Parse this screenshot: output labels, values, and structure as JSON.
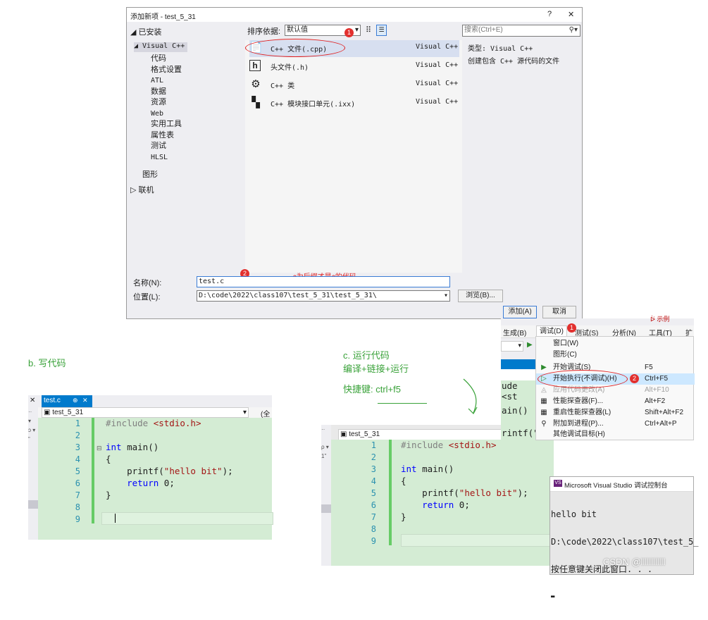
{
  "dialog": {
    "title": "添加新项 - test_5_31",
    "help": "?",
    "close": "✕",
    "installed": "◢ 已安装",
    "tree": {
      "root": "◢ Visual C++",
      "items": [
        "代码",
        "格式设置",
        "ATL",
        "数据",
        "资源",
        "Web",
        "实用工具",
        "属性表",
        "测试",
        "HLSL"
      ],
      "graphics": "图形",
      "online": "▷ 联机"
    },
    "sort_label": "排序依据:",
    "sort_value": "默认值",
    "search_placeholder": "搜索(Ctrl+E)",
    "templates": [
      {
        "icon": "📄",
        "name": "C++ 文件(.cpp)",
        "lang": "Visual C++"
      },
      {
        "icon": "h",
        "name": "头文件(.h)",
        "lang": "Visual C++"
      },
      {
        "icon": "⚙",
        "name": "C++ 类",
        "lang": "Visual C++"
      },
      {
        "icon": "▚",
        "name": "C++ 模块接口单元(.ixx)",
        "lang": "Visual C++"
      }
    ],
    "type_line": "类型: Visual C++",
    "description": "创建包含 C++ 源代码的文件",
    "name_label": "名称(N):",
    "name_value": "test.c",
    "location_label": "位置(L):",
    "location_value": "D:\\code\\2022\\class107\\test_5_31\\test_5_31\\",
    "browse": "浏览(B)...",
    "add": "添加(A)",
    "cancel": "取消",
    "annotation": ".c为后缀才是c的代码",
    "badge1": "1",
    "badge2": "2"
  },
  "section_b": {
    "label": "b. 写代码",
    "tab": "test.c",
    "tab_pin": "⊕",
    "tab_close": "✕",
    "left_close": "✕",
    "scope": "test_5_31",
    "scope_right": "(全",
    "left_marks": [
      "··",
      "▾",
      "ɔ ▾",
      "”"
    ]
  },
  "section_c": {
    "label": "c. 运行代码",
    "line2": "编译+链接+运行",
    "line3": "快捷键: ctrl+f5",
    "scope": "test_5_31",
    "left_marks": [
      "··",
      "ρ ▾",
      "1”"
    ],
    "peek1": "ude <st",
    "peek2": "ain()",
    "peek3": "rintf(\""
  },
  "code": {
    "line_numbers": [
      "1",
      "2",
      "3",
      "4",
      "5",
      "6",
      "7",
      "8",
      "9"
    ],
    "lines": [
      {
        "a": "#include ",
        "b": "<stdio.h>"
      },
      {
        "a": ""
      },
      {
        "a": "int",
        "b": " main()"
      },
      {
        "a": "{"
      },
      {
        "a": "    printf(",
        "b": "\"hello bit\"",
        "c": ");"
      },
      {
        "a": "    return",
        "b": " 0;"
      },
      {
        "a": "}"
      },
      {
        "a": ""
      },
      {
        "a": ""
      }
    ]
  },
  "vs_menu": {
    "top_items": [
      "生成(B)",
      "调试(D)",
      "测试(S)",
      "分析(N)",
      "工具(T)",
      "扩"
    ],
    "badge1": "1",
    "badge2": "2",
    "items": [
      {
        "icon": "",
        "label": "窗口(W)",
        "key": ""
      },
      {
        "icon": "",
        "label": "图形(C)",
        "key": ""
      },
      {
        "icon": "▶",
        "label": "开始调试(S)",
        "key": "F5"
      },
      {
        "icon": "▷",
        "label": "开始执行(不调试)(H)",
        "key": "Ctrl+F5"
      },
      {
        "icon": "◬",
        "label": "应用代码更改(A)",
        "key": "Alt+F10"
      },
      {
        "icon": "▦",
        "label": "性能探查器(F)...",
        "key": "Alt+F2"
      },
      {
        "icon": "▦",
        "label": "重启性能探查器(L)",
        "key": "Shift+Alt+F2"
      },
      {
        "icon": "⚲",
        "label": "附加到进程(P)...",
        "key": "Ctrl+Alt+P"
      },
      {
        "icon": "",
        "label": "其他调试目标(H)",
        "key": ""
      }
    ],
    "tab_peek": "ᐖ 示例",
    "combo_arrow": "▾",
    "run_icon": "▶"
  },
  "console": {
    "title": "Microsoft Visual Studio 调试控制台",
    "lines": [
      "hello bit",
      "D:\\code\\2022\\class107\\test_5_",
      "按任意键关闭此窗口. . ."
    ],
    "cursor": "▬"
  },
  "watermark": "CSDN @llllllllllll",
  "colors": {
    "editor_bg": "#d4ecd4",
    "gutter_bar": "#66cc66",
    "annotation_red": "#e02020",
    "annotation_green": "#3aa23a",
    "vs_tab_blue": "#007acc",
    "highlight_blue": "#cde8ff"
  }
}
